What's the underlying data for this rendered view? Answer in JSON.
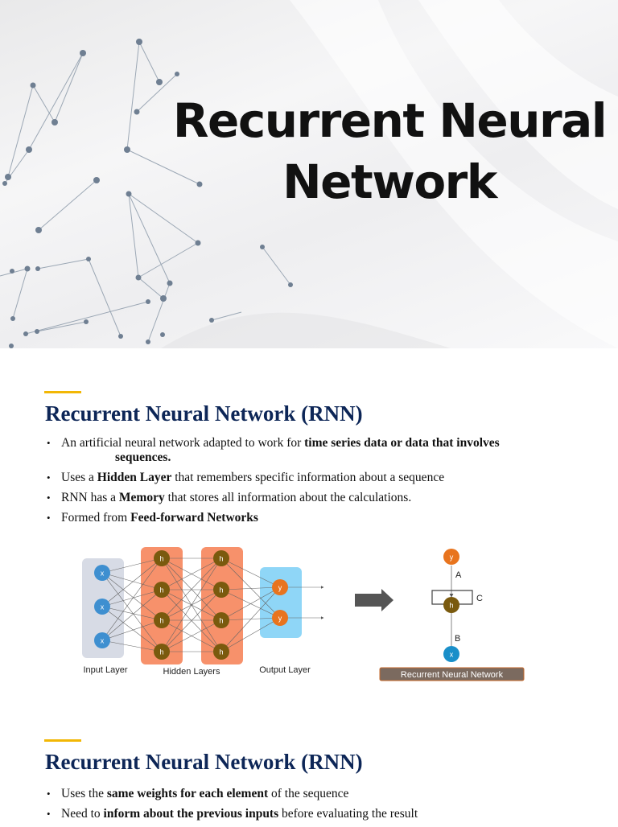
{
  "hero": {
    "title_line1": "Recurrent Neural",
    "title_line2": "Network"
  },
  "section1": {
    "heading": "Recurrent Neural Network (RNN)",
    "bullet1": {
      "pre": "An artificial neural network adapted to work for ",
      "bold": "time series data or data that involves",
      "cont": "sequences."
    },
    "bullet2": {
      "pre": "Uses a ",
      "bold": "Hidden Layer",
      "post": " that remembers specific information about a sequence"
    },
    "bullet3": {
      "pre": "RNN has a ",
      "bold": "Memory",
      "post": " that stores all information about the calculations."
    },
    "bullet4": {
      "pre": "Formed from ",
      "bold": "Feed-forward Networks"
    }
  },
  "diagram": {
    "input_node": "x",
    "hidden_node": "h",
    "output_node": "y",
    "input_label": "Input Layer",
    "hidden_label": "Hidden Layers",
    "output_label": "Output Layer",
    "rnn_y": "y",
    "rnn_h": "h",
    "rnn_x": "x",
    "label_a": "A",
    "label_b": "B",
    "label_c": "C",
    "caption": "Recurrent Neural Network",
    "colors": {
      "input_bg": "#d7dbe5",
      "hidden_bg": "#f7916b",
      "output_bg": "#8fd6f7",
      "x_node": "#3e8fd0",
      "h_node": "#7a5a0e",
      "y_node": "#e8741e",
      "rnn_x": "#1a8fc9",
      "caption_bg": "#7b6a5f"
    }
  },
  "section2": {
    "heading": "Recurrent Neural Network (RNN)",
    "bullet1": {
      "pre": "Uses the ",
      "bold": "same weights for each element",
      "post": " of the sequence"
    },
    "bullet2": {
      "pre": "Need to ",
      "bold": "inform about the previous inputs",
      "post": " before evaluating the result"
    }
  },
  "accent_color": "#f2b705"
}
